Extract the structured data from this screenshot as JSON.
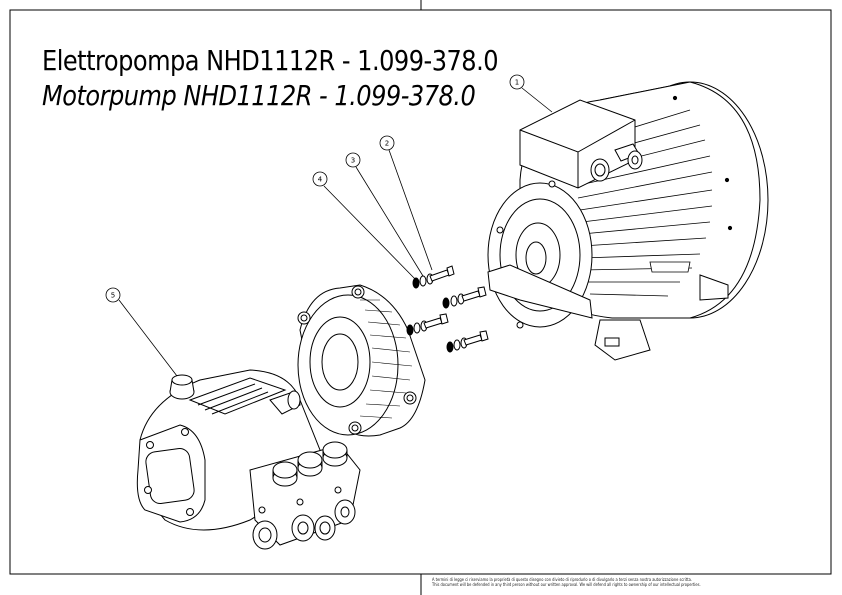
{
  "title": {
    "italian": "Elettropompa NHD1112R - 1.099-378.0",
    "english": "Motorpump NHD1112R - 1.099-378.0"
  },
  "balloons": [
    {
      "id": "1",
      "label": "1"
    },
    {
      "id": "2",
      "label": "2"
    },
    {
      "id": "3",
      "label": "3"
    },
    {
      "id": "4",
      "label": "4"
    },
    {
      "id": "5",
      "label": "5"
    }
  ],
  "footer": {
    "line1": "A termini di legge ci riserviamo la proprietà di questo disegno con divieto di riprodurlo o di divulgarlo a terzi senza nostra autorizzazione scritta.",
    "line2": "This document will be defended in any third person without our written approval. We will defend all rights to ownership of our intellectual properties."
  }
}
